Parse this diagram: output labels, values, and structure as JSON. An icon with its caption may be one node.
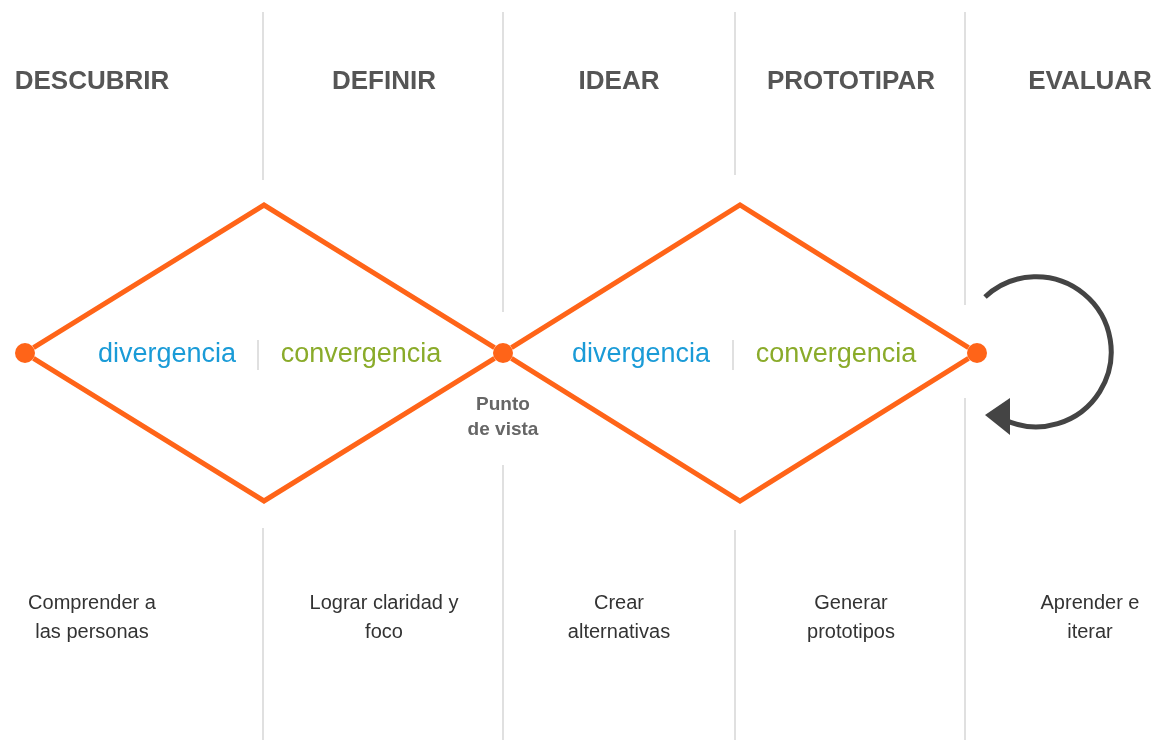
{
  "diagram": {
    "nodes": [
      {
        "text": [],
        "shape": "circle"
      },
      {
        "text": [],
        "shape": "circle",
        "beside": [
          "Punto de vista"
        ]
      },
      {
        "text": [],
        "shape": "circle"
      }
    ],
    "edges": [
      {
        "from": 0,
        "to": 1,
        "arrow": "none"
      },
      {
        "from": 0,
        "to": 1,
        "arrow": "none"
      },
      {
        "from": 1,
        "to": 2,
        "arrow": "none"
      },
      {
        "from": 1,
        "to": 2,
        "arrow": "none"
      }
    ],
    "labels": [
      "DESCUBRIR",
      "DEFINIR",
      "IDEAR",
      "PROTOTIPAR",
      "EVALUAR",
      "divergencia",
      "convergencia",
      "divergencia",
      "convergencia",
      "Comprender a las personas",
      "Lograr claridad y foco",
      "Crear alternativas",
      "Generar prototipos",
      "Aprender e iterar"
    ]
  }
}
